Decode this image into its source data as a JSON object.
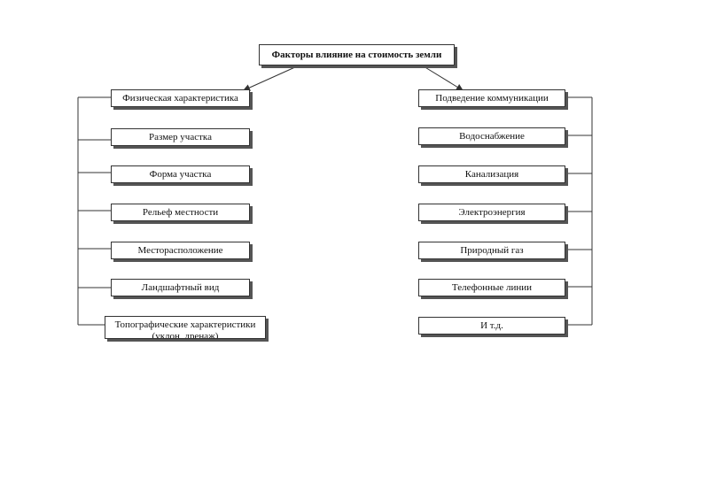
{
  "root": {
    "label": "Факторы влияние на стоимость земли"
  },
  "left_branch": [
    {
      "label": "Физическая характеристика"
    },
    {
      "label": "Размер участка"
    },
    {
      "label": "Форма участка"
    },
    {
      "label": "Рельеф местности"
    },
    {
      "label": "Месторасположение"
    },
    {
      "label": "Ландшафтный вид"
    },
    {
      "label": "Топографические характеристики",
      "label2": "(уклон, дренаж)"
    }
  ],
  "right_branch": [
    {
      "label": "Подведение коммуникации"
    },
    {
      "label": "Водоснабжение"
    },
    {
      "label": "Канализация"
    },
    {
      "label": "Электроэнергия"
    },
    {
      "label": "Природный газ"
    },
    {
      "label": "Телефонные линии"
    },
    {
      "label": "И т.д."
    }
  ],
  "colors": {
    "line": "#333333",
    "box_border": "#333333",
    "shadow": "#555555"
  }
}
